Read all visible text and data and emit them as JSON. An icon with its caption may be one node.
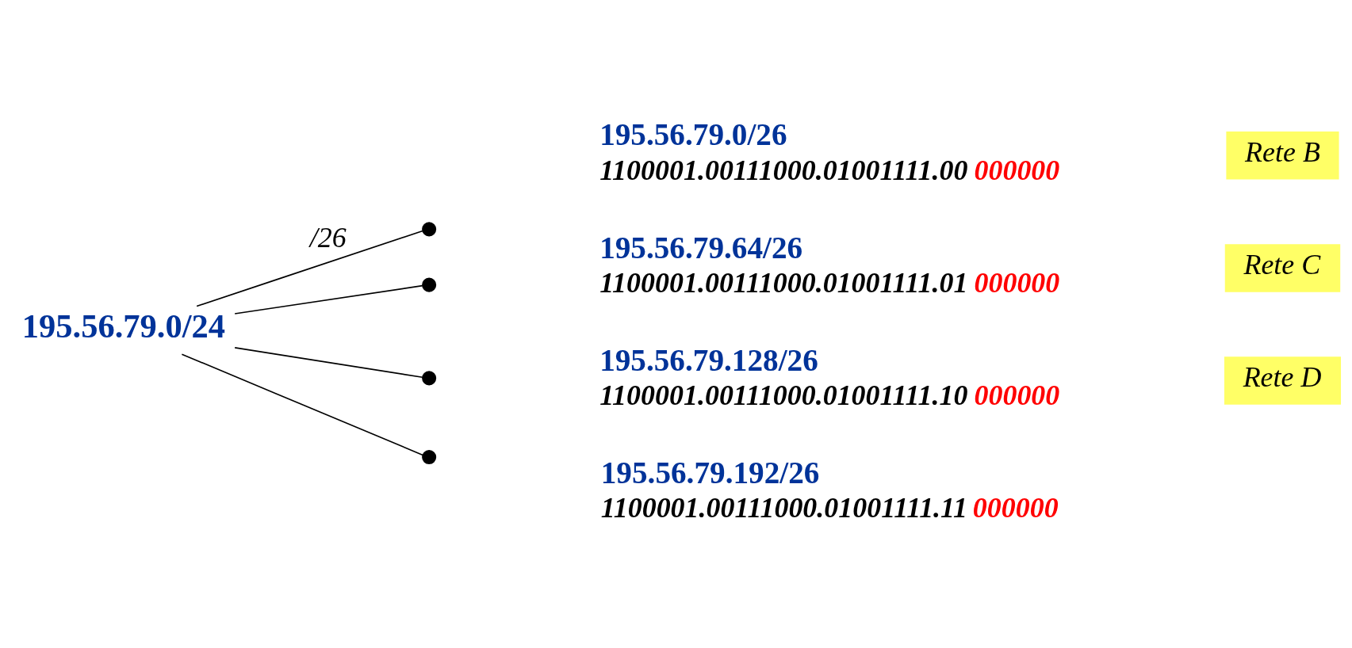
{
  "diagram": {
    "nodes": [
      {
        "text": [
          "195.56.79.0/24"
        ]
      },
      {
        "text": [],
        "shape": "circle",
        "beside": [
          "195.56.79.0/26",
          "1100001.00111000.01001111.00000000"
        ]
      },
      {
        "text": [
          "Rete B"
        ]
      },
      {
        "text": [],
        "shape": "circle",
        "beside": [
          "195.56.79.64/26",
          "1100001.00111000.01001111.01000000"
        ]
      },
      {
        "text": [
          "Rete C"
        ]
      },
      {
        "text": [],
        "shape": "circle",
        "beside": [
          "195.56.79.128/26",
          "1100001.00111000.01001111.10000000"
        ]
      },
      {
        "text": [
          "Rete D"
        ]
      },
      {
        "text": [],
        "shape": "circle",
        "beside": [
          "195.56.79.192/26",
          "1100001.00111000.01001111.11000000"
        ]
      }
    ],
    "edges": [
      {
        "from": 0,
        "to": 1,
        "arrow": "none",
        "label": "/26"
      },
      {
        "from": 0,
        "to": 3,
        "arrow": "none"
      },
      {
        "from": 0,
        "to": 5,
        "arrow": "none"
      },
      {
        "from": 0,
        "to": 7,
        "arrow": "none"
      }
    ]
  }
}
